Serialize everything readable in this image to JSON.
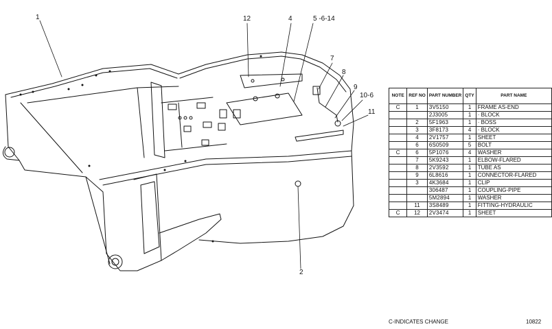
{
  "callouts": {
    "c1": "1",
    "c2": "2",
    "c4": "4",
    "c5": "5 -6-14",
    "c7": "7",
    "c8": "8",
    "c9": "9",
    "c10": "10-6",
    "c11": "11",
    "c12": "12"
  },
  "table": {
    "headers": {
      "note": "NOTE",
      "ref_no": "REF NO",
      "part_number": "PART NUMBER",
      "qty": "QTY",
      "part_name": "PART NAME"
    },
    "rows": [
      {
        "note": "C",
        "ref": "1",
        "pn": "3V5150",
        "qty": "1",
        "name": "FRAME AS-END"
      },
      {
        "note": "",
        "ref": "",
        "pn": "2J3005",
        "qty": "1",
        "name": "· BLOCK"
      },
      {
        "note": "",
        "ref": "2",
        "pn": "5F1963",
        "qty": "1",
        "name": "· BOSS"
      },
      {
        "note": "",
        "ref": "3",
        "pn": "3F8173",
        "qty": "4",
        "name": "· BLOCK"
      },
      {
        "note": "",
        "ref": "4",
        "pn": "2V1757",
        "qty": "1",
        "name": "SHEET"
      },
      {
        "note": "",
        "ref": "6",
        "pn": "6S0509",
        "qty": "5",
        "name": "BOLT"
      },
      {
        "note": "C",
        "ref": "6",
        "pn": "5P1076",
        "qty": "4",
        "name": "WASHER"
      },
      {
        "note": "",
        "ref": "7",
        "pn": "5K9243",
        "qty": "1",
        "name": "ELBOW-FLARED"
      },
      {
        "note": "",
        "ref": "8",
        "pn": "2V3592",
        "qty": "1",
        "name": "TUBE AS"
      },
      {
        "note": "",
        "ref": "9",
        "pn": "6L8616",
        "qty": "1",
        "name": "CONNECTOR-FLARED"
      },
      {
        "note": "",
        "ref": "3",
        "pn": "4K3684",
        "qty": "1",
        "name": "CLIP"
      },
      {
        "note": "",
        "ref": "",
        "pn": "306487",
        "qty": "1",
        "name": "COUPLING-PIPE"
      },
      {
        "note": "",
        "ref": "",
        "pn": "5M2894",
        "qty": "1",
        "name": "WASHER"
      },
      {
        "note": "",
        "ref": "11",
        "pn": "3S8489",
        "qty": "1",
        "name": "FITTING-HYDRAULIC"
      },
      {
        "note": "C",
        "ref": "12",
        "pn": "2V3474",
        "qty": "1",
        "name": "SHEET"
      }
    ]
  },
  "footer": {
    "note": "C-INDICATES CHANGE",
    "ref": "10822"
  }
}
